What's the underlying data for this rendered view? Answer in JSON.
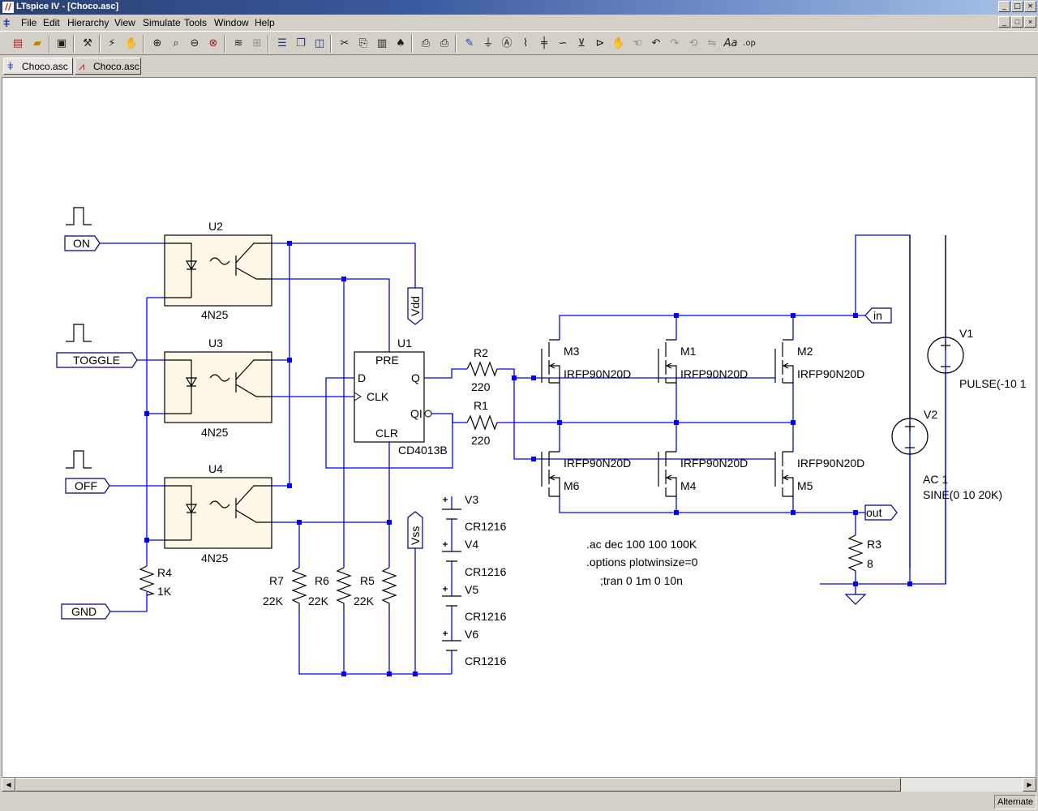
{
  "window": {
    "title": "LTspice IV - [Choco.asc]",
    "min": "_",
    "max": "□",
    "close": "×"
  },
  "menu": [
    "File",
    "Edit",
    "Hierarchy",
    "View",
    "Simulate",
    "Tools",
    "Window",
    "Help"
  ],
  "toolbar_icons": [
    "new-schematic-icon",
    "open-icon",
    "save-icon",
    "control-panel-icon",
    "run-icon",
    "halt-icon",
    "zoom-in-icon",
    "zoom-rect-icon",
    "zoom-out-icon",
    "zoom-fit-icon",
    "autoscale-icon",
    "waveform-icon",
    "tile-horizontal-icon",
    "cascade-icon",
    "tile-vertical-icon",
    "cut-icon",
    "copy-icon",
    "paste-icon",
    "find-icon",
    "print-preview-icon",
    "print-icon",
    "wire-icon",
    "ground-icon",
    "label-icon",
    "resistor-icon",
    "capacitor-icon",
    "inductor-icon",
    "diode-icon",
    "component-icon",
    "move-icon",
    "drag-icon",
    "undo-icon",
    "redo-icon",
    "rotate-icon",
    "mirror-icon",
    "text-icon",
    "spice-directive-icon"
  ],
  "tabs": [
    {
      "label": "Choco.asc",
      "icon": "schematic-icon",
      "active": true
    },
    {
      "label": "Choco.asc",
      "icon": "waveform-icon",
      "active": false
    }
  ],
  "status": {
    "mode": "Alternate"
  },
  "schematic": {
    "colors": {
      "wire": "#0000ff",
      "component": "#000000",
      "label_border": "#000080",
      "opto_fill": "#fdf8e8"
    },
    "net_labels": {
      "on": "ON",
      "toggle": "TOGGLE",
      "off": "OFF",
      "gnd": "GND",
      "vdd": "Vdd",
      "vss": "Vss",
      "in": "in",
      "out": "out"
    },
    "optos": [
      {
        "ref": "U2",
        "model": "4N25"
      },
      {
        "ref": "U3",
        "model": "4N25"
      },
      {
        "ref": "U4",
        "model": "4N25"
      }
    ],
    "flipflop": {
      "ref": "U1",
      "model": "CD4013B",
      "pins": {
        "pre": "PRE",
        "d": "D",
        "clk": "CLK",
        "clr": "CLR",
        "q": "Q",
        "qi": "QI"
      }
    },
    "resistors": [
      {
        "ref": "R2",
        "value": "220"
      },
      {
        "ref": "R1",
        "value": "220"
      },
      {
        "ref": "R4",
        "value": "1K"
      },
      {
        "ref": "R7",
        "value": "22K"
      },
      {
        "ref": "R6",
        "value": "22K"
      },
      {
        "ref": "R5",
        "value": "22K"
      },
      {
        "ref": "R3",
        "value": "8"
      }
    ],
    "mosfets": [
      {
        "ref": "M3",
        "model": "IRFP90N20D"
      },
      {
        "ref": "M1",
        "model": "IRFP90N20D"
      },
      {
        "ref": "M2",
        "model": "IRFP90N20D"
      },
      {
        "ref": "M6",
        "model": "IRFP90N20D"
      },
      {
        "ref": "M4",
        "model": "IRFP90N20D"
      },
      {
        "ref": "M5",
        "model": "IRFP90N20D"
      }
    ],
    "batteries": [
      {
        "ref": "V3",
        "model": "CR1216"
      },
      {
        "ref": "V4",
        "model": "CR1216"
      },
      {
        "ref": "V5",
        "model": "CR1216"
      },
      {
        "ref": "V6",
        "model": "CR1216"
      }
    ],
    "sources": [
      {
        "ref": "V1",
        "value": "PULSE(-10 1"
      },
      {
        "ref": "V2",
        "value1": "AC 1",
        "value2": "SINE(0 10 20K)"
      }
    ],
    "directives": [
      ".ac dec 100 100 100K",
      ".options plotwinsize=0",
      ";tran 0 1m 0 10n"
    ]
  }
}
